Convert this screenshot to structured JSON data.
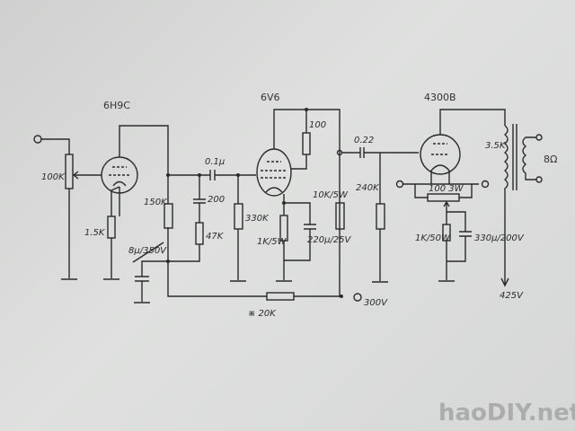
{
  "title": "6H9C - 6V6 - 300B single-ended amplifier schematic",
  "tubes": {
    "stage1": "6H9C",
    "stage2": "6V6",
    "output": "4300B"
  },
  "labels": {
    "pot": "100K",
    "r_cathode1": "1.5K",
    "r_plate1": "150K",
    "cap_coupling1": "0.1µ",
    "cap_200": "200",
    "r_47k": "47K",
    "r_grid2": "330K",
    "cap_filter1": "8µ/350V",
    "r_decoupling": "※ 20K",
    "r_screen": "100",
    "r_cathode2": "1K/5W",
    "cap_cathode2": "220µ/25V",
    "r_plate2": "10K/5W",
    "cap_coupling2": "0.22",
    "r_grid3": "240K",
    "hum_pot": "100 3W",
    "r_cathode3": "1K/50W",
    "cap_cathode3": "330µ/200V",
    "b_plus_300": "300V",
    "b_plus_425": "425V",
    "transformer_primary": "3.5K",
    "speaker": "8Ω"
  },
  "watermark": "haoDIY.net"
}
